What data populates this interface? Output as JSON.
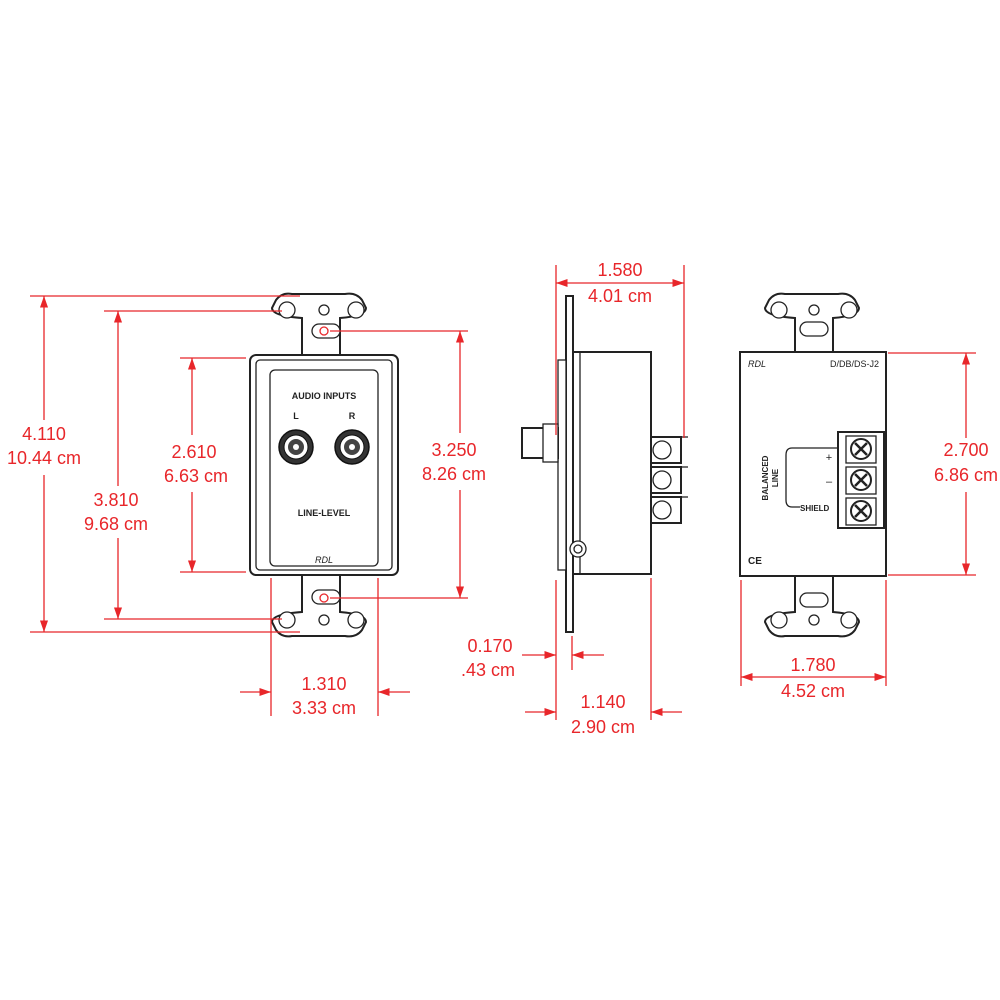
{
  "front_view": {
    "overall_height": {
      "in": "4.110",
      "cm": "10.44 cm"
    },
    "mount_hole_spacing": {
      "in": "3.810",
      "cm": "9.68 cm"
    },
    "inner_panel_height": {
      "in": "2.610",
      "cm": "6.63 cm"
    },
    "body_height": {
      "in": "3.250",
      "cm": "8.26 cm"
    },
    "width": {
      "in": "1.310",
      "cm": "3.33 cm"
    },
    "panel_title": "AUDIO INPUTS",
    "left_label": "L",
    "right_label": "R",
    "bottom_label": "LINE-LEVEL",
    "logo": "RDL"
  },
  "side_view": {
    "depth_total": {
      "in": "1.580",
      "cm": "4.01 cm"
    },
    "plate_thickness": {
      "in": "0.170",
      "cm": ".43 cm"
    },
    "body_depth": {
      "in": "1.140",
      "cm": "2.90 cm"
    }
  },
  "rear_view": {
    "logo": "RDL",
    "model": "D/DB/DS-J2",
    "balanced_label_1": "BALANCED",
    "balanced_label_2": "LINE",
    "plus_label": "+",
    "minus_label": "–",
    "shield_label": "SHIELD",
    "ce_mark": "CE",
    "height": {
      "in": "2.700",
      "cm": "6.86 cm"
    },
    "width": {
      "in": "1.780",
      "cm": "4.52 cm"
    }
  },
  "colors": {
    "dimension": "#e8262a",
    "outline": "#222222"
  }
}
